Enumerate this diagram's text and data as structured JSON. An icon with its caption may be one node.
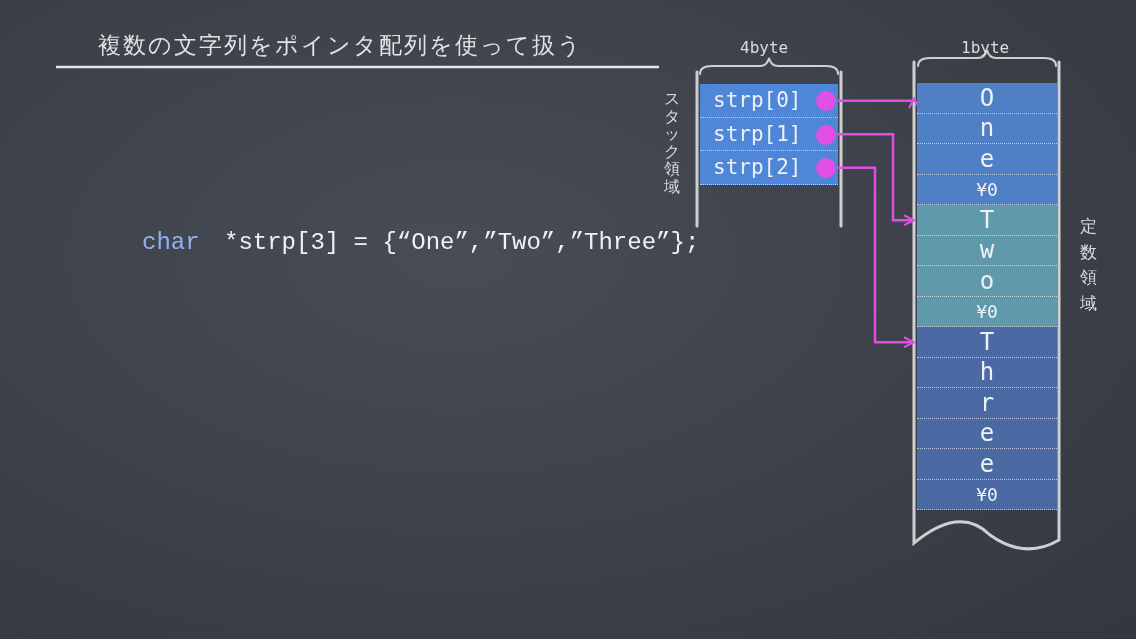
{
  "diagram": {
    "title": "複数の文字列をポインタ配列を使って扱う",
    "nodes": [
      {
        "text": [
          "strp[0]"
        ]
      },
      {
        "text": [
          "strp[1]"
        ]
      },
      {
        "text": [
          "strp[2]"
        ]
      },
      {
        "text": [
          "O"
        ]
      },
      {
        "text": [
          "n"
        ]
      },
      {
        "text": [
          "e"
        ]
      },
      {
        "text": [
          "¥0"
        ]
      },
      {
        "text": [
          "T"
        ]
      },
      {
        "text": [
          "w"
        ]
      },
      {
        "text": [
          "o"
        ]
      },
      {
        "text": [
          "¥0"
        ]
      },
      {
        "text": [
          "T"
        ]
      },
      {
        "text": [
          "h"
        ]
      },
      {
        "text": [
          "r"
        ]
      },
      {
        "text": [
          "e"
        ]
      },
      {
        "text": [
          "e"
        ]
      },
      {
        "text": [
          "¥0"
        ]
      }
    ],
    "edges": [
      {
        "from": 0,
        "to": 3,
        "arrow": "to"
      },
      {
        "from": 1,
        "to": 7,
        "arrow": "to"
      },
      {
        "from": 2,
        "to": 11,
        "arrow": "to"
      }
    ],
    "labels": [
      "4byte",
      "1byte",
      "スタック領域",
      "定数領域",
      "char",
      "*strp[3] = {“One”,”Two”,”Three”};"
    ]
  }
}
